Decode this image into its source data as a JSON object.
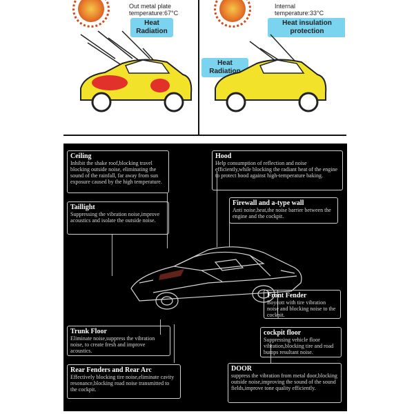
{
  "top_left": {
    "temp_label": "Out metal plate temperature:67°C",
    "bubble": "Heat Radiation"
  },
  "top_right": {
    "temp_label": "Internal temperature:33°C",
    "bubble_protect": "Heat insulation protection",
    "bubble_radiation": "Heat Radiation"
  },
  "parts": {
    "ceiling": {
      "title": "Ceiling",
      "desc": "Inhibit the shake roof,blocking travel blocking outside noise, eliminating the sound of the rainfall, far away from sun exposure caused by the high temperature."
    },
    "hood": {
      "title": "Hood",
      "desc": "Help consumption of reflection and noise efficiently,while blocking the radiant heat of the engine to protect hood against high-temperature baking."
    },
    "firewall": {
      "title": "Firewall and a-type wall",
      "desc": "Anti noise,heat,the noise barrier between the engine and the cockpit."
    },
    "taillight": {
      "title": "Taillight",
      "desc": "Suppressing the vibration noise,improve acoustics and isolate the outside noise."
    },
    "front_fender": {
      "title": "Front Fender",
      "desc": "Boycott with tire vibration noise and blocking noise to the cockpit."
    },
    "trunk_floor": {
      "title": "Trunk Floor",
      "desc": "Eliminate noise,suppress the vibration noise, to create fresh and improve acoustics."
    },
    "cockpit_floor": {
      "title": "cockpit floor",
      "desc": "Suppressing vehicle floor vibration,blocking tire and road bumps resultant noise."
    },
    "rear_fenders": {
      "title": "Rear Fenders and Rear Arc",
      "desc": "Effectively blocking tire noise,eliminate cavity resonance,blocking road noise transmitted to the cockpit."
    },
    "door": {
      "title": "DOOR",
      "desc": "suppress the vibration from metal door,blocking outside noise,improving the sound of the sound fields,improve tone quality efficiently."
    }
  },
  "colors": {
    "background_dark": "#000000",
    "bubble": "#7ad3ef",
    "car_red": "#e2302a",
    "car_yellow": "#f2e22a"
  }
}
